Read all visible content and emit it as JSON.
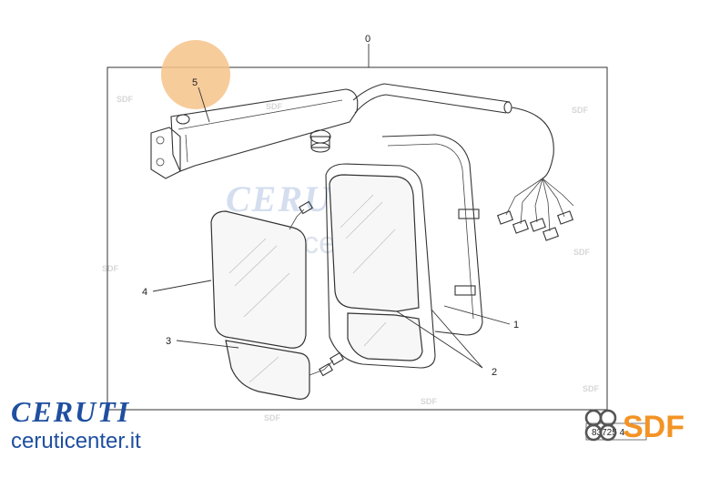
{
  "callouts": {
    "assembly": "0",
    "mirror_housing": "1",
    "mirror_glass": "2",
    "wide_angle_glass": "3",
    "main_glass": "4",
    "arm": "5"
  },
  "drawing_code": "83725 4",
  "watermark": {
    "center_brand": "CERUTI",
    "center_site": "ceruticenter.it",
    "sdf_mark": "SDF"
  },
  "footer": {
    "brand_logo_text": "CERUTI",
    "brand_site": "ceruticenter.it",
    "sdf_logo_text": "SDF"
  },
  "colors": {
    "highlight_circle": "#f6c38a",
    "ceruti_blue": "#1f4fa0",
    "sdf_orange": "#f39325",
    "watermark_blue": "#cdd9ec",
    "watermark_grey": "#d9d9d9",
    "line": "#333333"
  }
}
